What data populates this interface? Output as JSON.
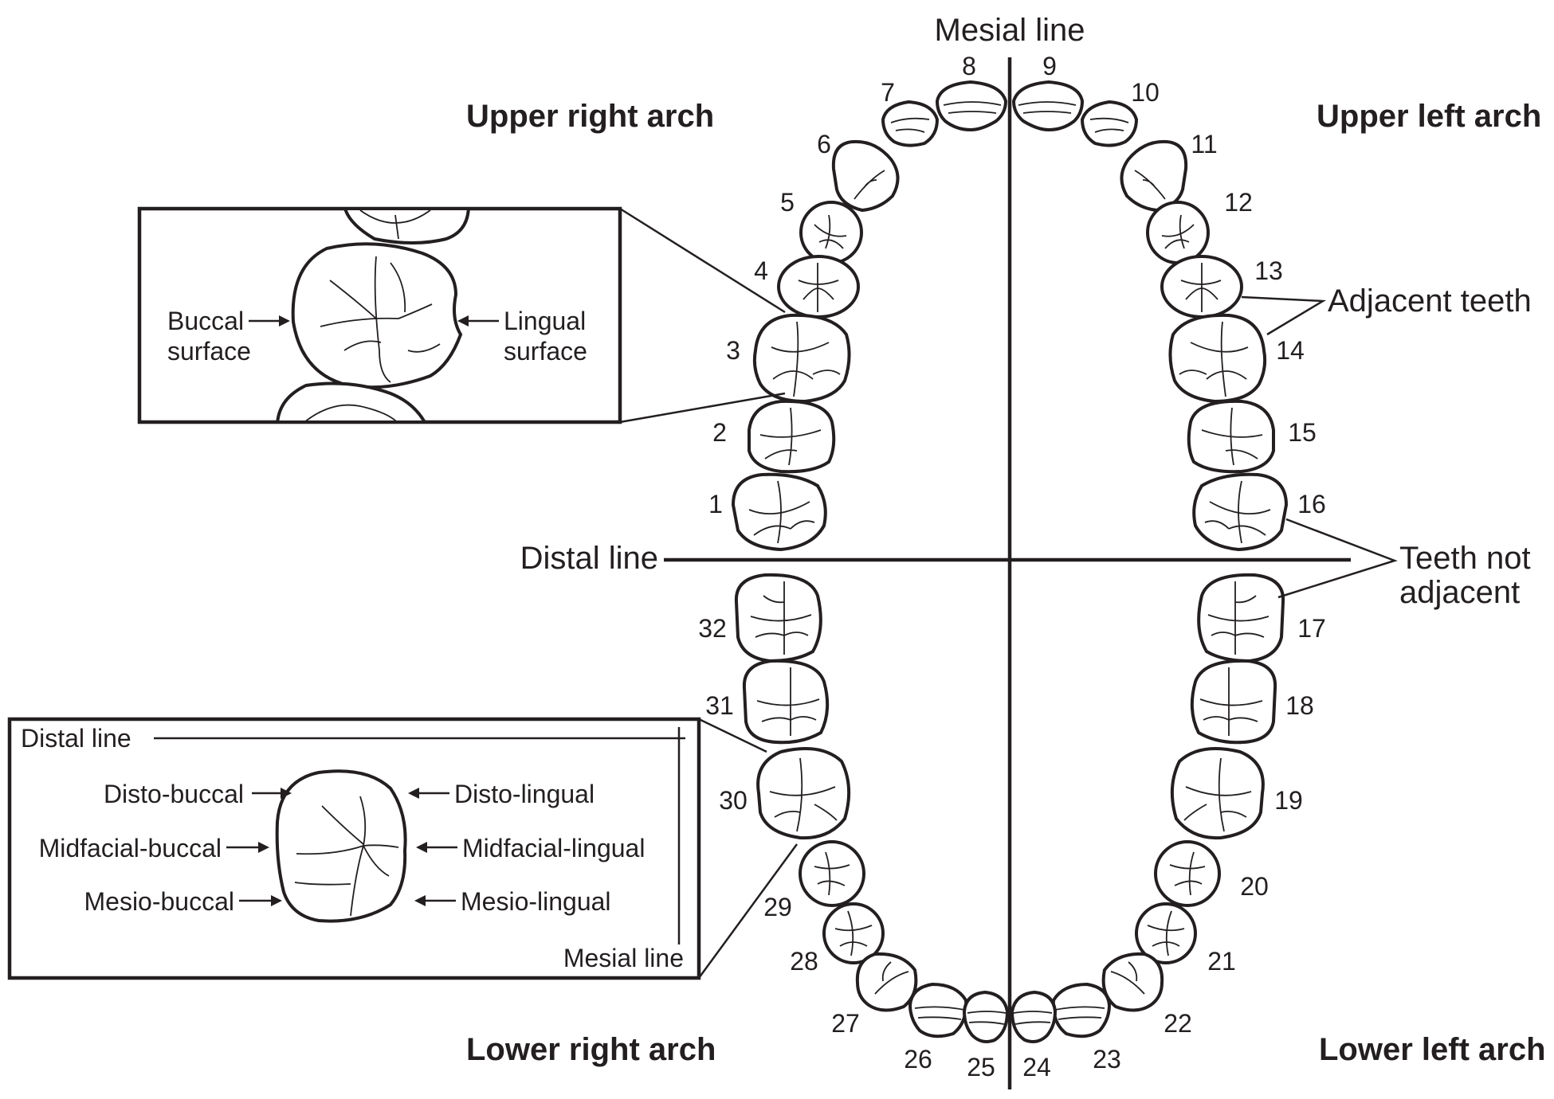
{
  "lines": {
    "mesial": "Mesial line",
    "distal": "Distal line"
  },
  "quadrants": {
    "upper_right": "Upper right arch",
    "upper_left": "Upper left arch",
    "lower_right": "Lower right arch",
    "lower_left": "Lower left arch"
  },
  "annotations": {
    "adjacent": "Adjacent teeth",
    "not_adjacent_1": "Teeth not",
    "not_adjacent_2": "adjacent"
  },
  "upper_inset": {
    "buccal_1": "Buccal",
    "buccal_2": "surface",
    "lingual_1": "Lingual",
    "lingual_2": "surface"
  },
  "lower_inset": {
    "distal_line": "Distal line",
    "mesial_line": "Mesial line",
    "disto_buccal": "Disto-buccal",
    "midfacial_buccal": "Midfacial-buccal",
    "mesio_buccal": "Mesio-buccal",
    "disto_lingual": "Disto-lingual",
    "midfacial_lingual": "Midfacial-lingual",
    "mesio_lingual": "Mesio-lingual"
  },
  "teeth": {
    "t1": "1",
    "t2": "2",
    "t3": "3",
    "t4": "4",
    "t5": "5",
    "t6": "6",
    "t7": "7",
    "t8": "8",
    "t9": "9",
    "t10": "10",
    "t11": "11",
    "t12": "12",
    "t13": "13",
    "t14": "14",
    "t15": "15",
    "t16": "16",
    "t17": "17",
    "t18": "18",
    "t19": "19",
    "t20": "20",
    "t21": "21",
    "t22": "22",
    "t23": "23",
    "t24": "24",
    "t25": "25",
    "t26": "26",
    "t27": "27",
    "t28": "28",
    "t29": "29",
    "t30": "30",
    "t31": "31",
    "t32": "32"
  }
}
